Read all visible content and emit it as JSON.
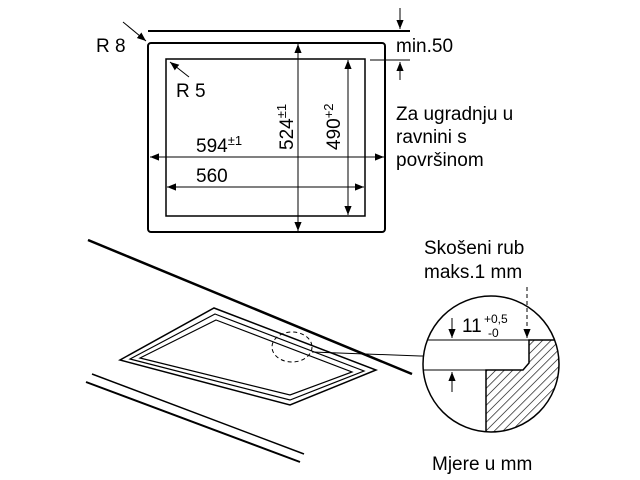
{
  "top_view": {
    "corner_radius_outer": "R 8",
    "corner_radius_inner": "R 5",
    "min_distance": "min.50",
    "note_lines": [
      "Za ugradnju u",
      "ravnini s",
      "površinom"
    ],
    "width_outer": {
      "value": "594",
      "tolerance": "±1"
    },
    "width_inner": {
      "value": "560"
    },
    "depth_outer": {
      "value": "524",
      "tolerance": "±1"
    },
    "depth_inner": {
      "value": "490",
      "tolerance": "+2"
    }
  },
  "detail": {
    "title_lines": [
      "Skošeni rub",
      "maks.1 mm"
    ],
    "depth": {
      "value": "11",
      "tol_upper": "+0,5",
      "tol_lower": "-0"
    }
  },
  "footer": {
    "units_note": "Mjere u mm"
  }
}
